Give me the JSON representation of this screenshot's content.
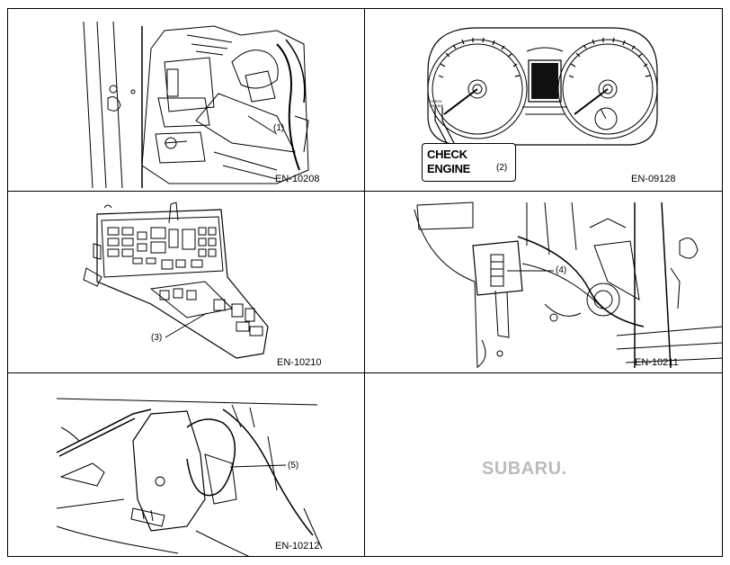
{
  "figures": [
    {
      "code": "EN-10208",
      "callout": "(1)"
    },
    {
      "code": "EN-09128",
      "callout": "(2)",
      "label_line1": "CHECK",
      "label_line2": "ENGINE",
      "gauge_small_text": "CHECK ENGINE"
    },
    {
      "code": "EN-10210",
      "callout": "(3)"
    },
    {
      "code": "EN-10211",
      "callout": "(4)"
    },
    {
      "code": "EN-10212",
      "callout": "(5)"
    }
  ],
  "brand_logo": "SUBARU."
}
